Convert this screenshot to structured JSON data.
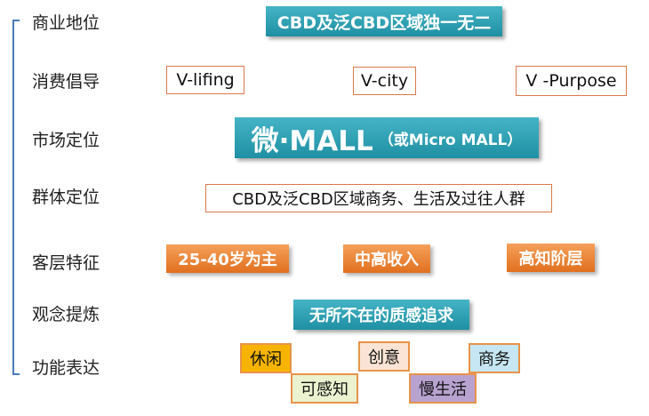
{
  "labels": [
    "商业地位",
    "消费倡导",
    "市场定位",
    "群体定位",
    "客层特征",
    "观念提炼",
    "功能表达"
  ],
  "status": {
    "text": "CBD及泛CBD区域独一无二"
  },
  "consumption": [
    "V-lifing",
    "V-city",
    "V -Purpose"
  ],
  "market": {
    "main": "微·MALL",
    "sub": "（或Micro  MALL）"
  },
  "group": {
    "text": "CBD及泛CBD区域商务、生活及过往人群"
  },
  "customer": [
    "25-40岁为主",
    "中高收入",
    "高知阶层"
  ],
  "concept": {
    "text": "无所不在的质感追求"
  },
  "functions": [
    {
      "label": "休闲",
      "color": "#f6b400"
    },
    {
      "label": "可感知",
      "color": "#eaf2cf"
    },
    {
      "label": "创意",
      "color": "#fbe4d5"
    },
    {
      "label": "慢生活",
      "color": "#b8a2d0"
    },
    {
      "label": "商务",
      "color": "#c5e6f2"
    }
  ]
}
